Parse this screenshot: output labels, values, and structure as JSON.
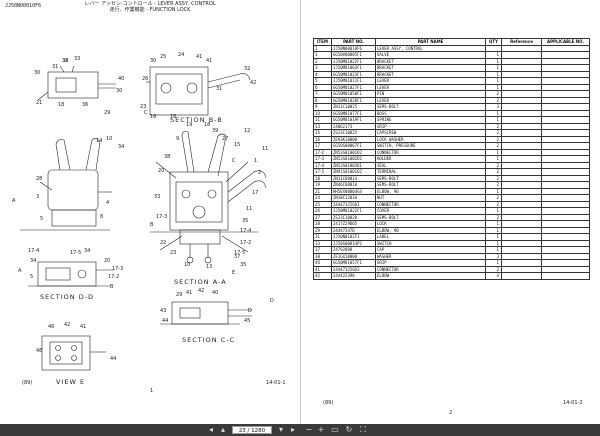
{
  "left_page": {
    "doc_code": "JJ50N00010F6",
    "title_line1": "レバー アッセン.コントロール - LEVER ASSY, CONTROL",
    "title_line2": "走行、作業機能 - FUNCTION LOCK",
    "section_labels": [
      "SECTION B-B",
      "SECTION A-A",
      "SECTION D-D",
      "SECTION C-C",
      "VIEW E"
    ],
    "callouts": [
      "32",
      "31",
      "33",
      "30",
      "21",
      "18",
      "36",
      "40",
      "30",
      "29",
      "30",
      "25",
      "24",
      "41",
      "41",
      "26",
      "16",
      "31",
      "32",
      "23",
      "19",
      "18",
      "42",
      "16",
      "14",
      "10",
      "34",
      "28",
      "3",
      "5",
      "8",
      "4",
      "9",
      "38",
      "20",
      "33",
      "17-3",
      "22",
      "23",
      "10",
      "13",
      "17-5",
      "17-2",
      "17-4",
      "35",
      "11",
      "17",
      "2",
      "1",
      "11",
      "15",
      "27",
      "12",
      "39",
      "34",
      "5",
      "20",
      "17-2",
      "17-3",
      "17-4",
      "17-5",
      "34",
      "37",
      "35",
      "E",
      "A",
      "B",
      "C",
      "D",
      "A",
      "C",
      "D",
      "B",
      "40",
      "29",
      "41",
      "42",
      "43",
      "44",
      "45",
      "46",
      "42",
      "41",
      "44",
      "48",
      "38"
    ],
    "footer_left": "(89)",
    "footer_center": "1",
    "footer_right": "14-01-1"
  },
  "right_page": {
    "table": {
      "headers": [
        "ITEM",
        "PART NO.",
        "PART NAME",
        "QTY",
        "Reference",
        "APPLICABLE NO."
      ],
      "rows": [
        [
          "1",
          "JJ50N00010F6",
          "LEVER ASSY, CONTROL",
          "",
          "",
          ""
        ],
        [
          "1",
          "GG50V00005F1",
          "VALVE",
          "1",
          "",
          ""
        ],
        [
          "2",
          "JJ50M01022F1",
          "BRACKET",
          "1",
          "",
          ""
        ],
        [
          "3",
          "JJ50M01063F1",
          "BRACKET",
          "1",
          "",
          ""
        ],
        [
          "4",
          "GG50M01023F1",
          "BRACKET",
          "1",
          "",
          ""
        ],
        [
          "5",
          "JJ50M01011F1",
          "LEVER",
          "1",
          "",
          ""
        ],
        [
          "6",
          "GG50M01027F1",
          "LEVER",
          "1",
          "",
          ""
        ],
        [
          "7",
          "GG50M01050F1",
          "PIN",
          "2",
          "",
          ""
        ],
        [
          "8",
          "GG50M01028F1",
          "LEVER",
          "2",
          "",
          ""
        ],
        [
          "9",
          "ZN11C10025",
          "SEMS-BOLT",
          "3",
          "",
          ""
        ],
        [
          "10",
          "GG50M01077F1",
          "BOSS",
          "1",
          "",
          ""
        ],
        [
          "11",
          "GG50M01019F1",
          "SPRING",
          "1",
          "",
          ""
        ],
        [
          "13",
          "24062173",
          "GRIP",
          "2",
          "",
          ""
        ],
        [
          "15",
          "ZS23C10025",
          "CAPSCREW",
          "2",
          "",
          ""
        ],
        [
          "16",
          "ZE93K10000",
          "LOCK WASHER",
          "2",
          "",
          ""
        ],
        [
          "17",
          "GG50S00067F1",
          "SWITCH, PRESSURE",
          "2",
          "",
          ""
        ],
        [
          "17-2",
          "ZN53S01001D2",
          "CONNECTOR",
          "1",
          "",
          ""
        ],
        [
          "17-3",
          "ZN53S01002D2",
          "HOLDER",
          "1",
          "",
          ""
        ],
        [
          "17-4",
          "ZN53S01003D1",
          "SEAL",
          "2",
          "",
          ""
        ],
        [
          "17-5",
          "ZN91S01001D2",
          "TERMINAL",
          "2",
          "",
          ""
        ],
        [
          "18",
          "ZN11C08014",
          "SEMS-BOLT",
          "2",
          "",
          ""
        ],
        [
          "19",
          "ZN46C08010",
          "SEMS-BOLT",
          "2",
          "",
          ""
        ],
        [
          "21",
          "HH5EX00004G4",
          "ELBOW, 90",
          "1",
          "",
          ""
        ],
        [
          "24",
          "ZN18C12010",
          "NUT",
          "2",
          "",
          ""
        ],
        [
          "25",
          "24447325GD1",
          "CONNECTOR",
          "2",
          "",
          ""
        ],
        [
          "26",
          "JJ50M01022F1",
          "COVER",
          "1",
          "",
          ""
        ],
        [
          "27",
          "ZS23C10020",
          "SEMS-BOLT",
          "2",
          "",
          ""
        ],
        [
          "28",
          "2417Z29D05",
          "LOCK",
          "1",
          "",
          ""
        ],
        [
          "29",
          "24447347D",
          "ELBOW, 90",
          "1",
          "",
          ""
        ],
        [
          "31",
          "JJ50N0102F1",
          "LABEL",
          "1",
          "",
          ""
        ],
        [
          "33",
          "JJ50S00014P2",
          "SWITCH",
          "1",
          "",
          ""
        ],
        [
          "37",
          "24792098",
          "CAP",
          "1",
          "",
          ""
        ],
        [
          "38",
          "ZE1GX10000",
          "WASHER",
          "3",
          "",
          ""
        ],
        [
          "40",
          "GG50M01057F1",
          "GRIP",
          "1",
          "",
          ""
        ],
        [
          "41",
          "24447325GD3",
          "CONNECTOR",
          "2",
          "",
          ""
        ],
        [
          "42",
          "244422398",
          "ELBOW",
          "4",
          "",
          ""
        ]
      ]
    },
    "footer_left": "(89)",
    "footer_center": "2",
    "footer_right": "14-01-2"
  },
  "toolbar": {
    "prev_page_icon": "prev-page-icon",
    "page_indicator": "23 / 1280",
    "buttons": [
      "nav-left-icon",
      "nav-right-icon",
      "page-up-icon",
      "page-down-icon",
      "first-page-icon",
      "last-page-icon",
      "zoom-out-icon",
      "zoom-in-icon",
      "fit-width-icon",
      "fullscreen-icon"
    ]
  }
}
